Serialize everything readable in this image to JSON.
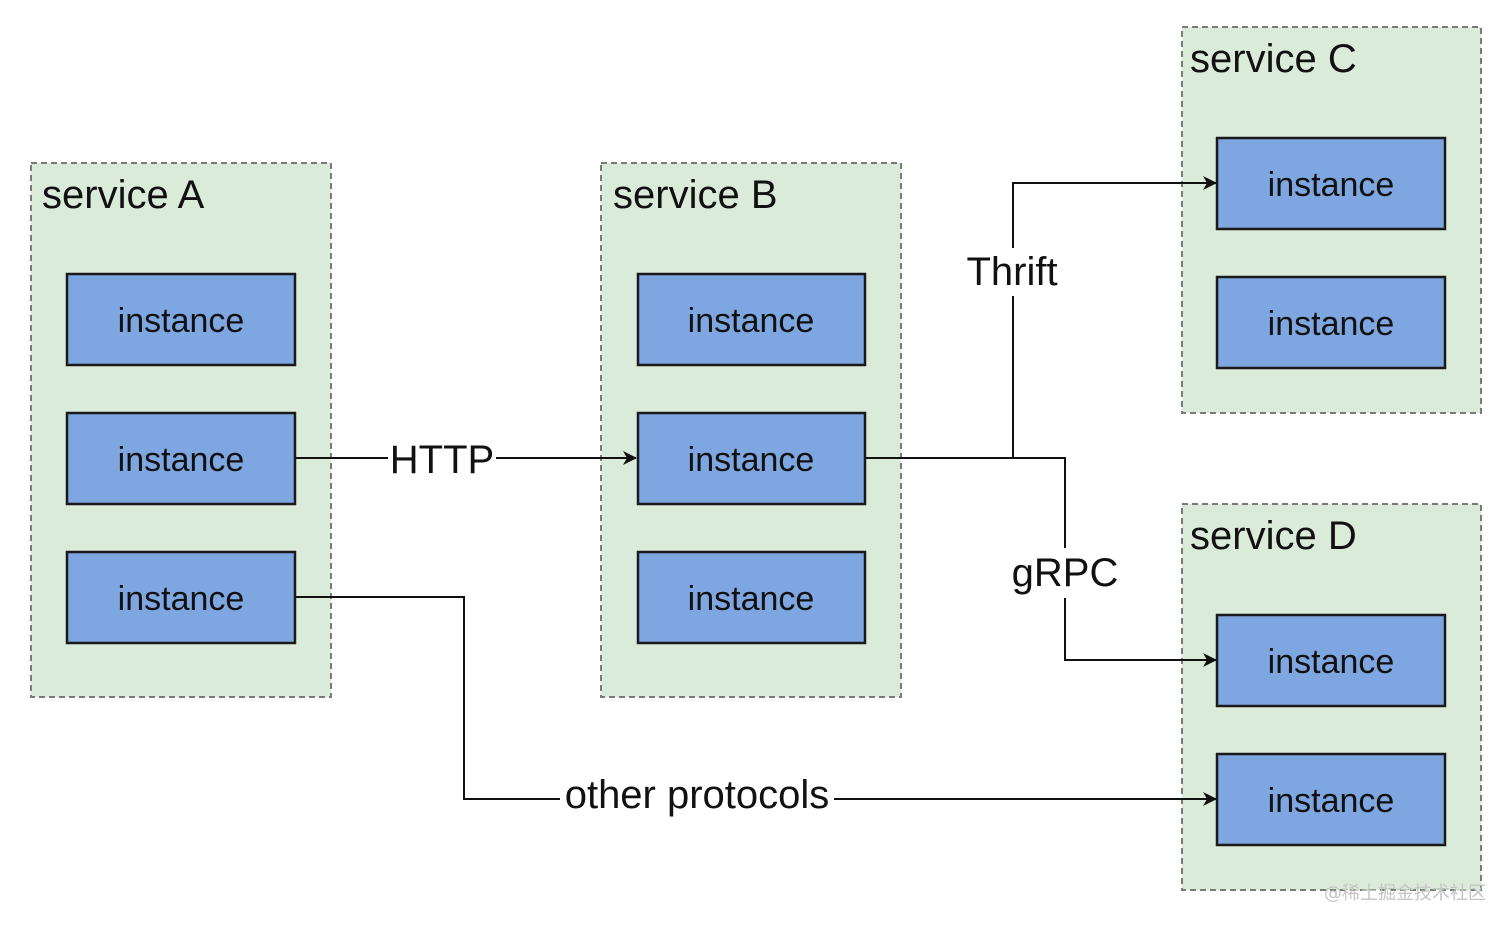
{
  "diagram": {
    "services": [
      {
        "id": "svc-a",
        "title": "service A",
        "instances": [
          "instance",
          "instance",
          "instance"
        ]
      },
      {
        "id": "svc-b",
        "title": "service B",
        "instances": [
          "instance",
          "instance",
          "instance"
        ]
      },
      {
        "id": "svc-c",
        "title": "service C",
        "instances": [
          "instance",
          "instance"
        ]
      },
      {
        "id": "svc-d",
        "title": "service D",
        "instances": [
          "instance",
          "instance"
        ]
      }
    ],
    "edges": [
      {
        "id": "edge-http",
        "label": "HTTP",
        "from": "service A instance 2",
        "to": "service B instance 2"
      },
      {
        "id": "edge-thrift",
        "label": "Thrift",
        "from": "service B instance 2",
        "to": "service C instance 1"
      },
      {
        "id": "edge-grpc",
        "label": "gRPC",
        "from": "service B instance 2",
        "to": "service D instance 1"
      },
      {
        "id": "edge-other",
        "label": "other protocols",
        "from": "service A instance 3",
        "to": "service D instance 2"
      }
    ],
    "colors": {
      "group_fill": "#d5e8d4",
      "group_border": "#7a7a7a",
      "instance_fill": "#7ea6e0",
      "instance_border": "#1a1a1a",
      "edge": "#111111"
    }
  },
  "watermark": "@稀土掘金技术社区"
}
